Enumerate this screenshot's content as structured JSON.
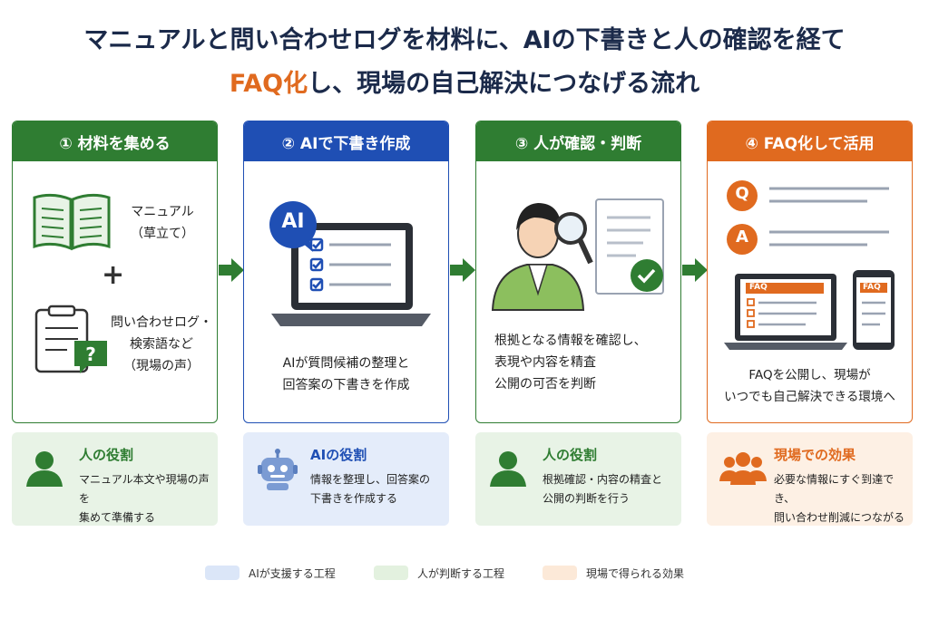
{
  "title": {
    "line1": "マニュアルと問い合わせログを材料に、AIの下書きと人の確認を経て",
    "line2_accent": "FAQ化",
    "line2_rest": "し、現場の自己解決につなげる流れ"
  },
  "colors": {
    "green": "#2f7d32",
    "blue": "#1f4fb4",
    "orange": "#e06a1f",
    "navy": "#1b2a4a"
  },
  "steps": [
    {
      "header": "① 材料を集める",
      "item1_line1": "マニュアル",
      "item1_line2": "（草立て）",
      "plus": "+",
      "item2_line1": "問い合わせログ・",
      "item2_line2": "検索語など",
      "item2_line3": "（現場の声）"
    },
    {
      "header": "② AIで下書き作成",
      "badge": "AI",
      "line1": "AIが質問候補の整理と",
      "line2": "回答案の下書きを作成"
    },
    {
      "header": "③ 人が確認・判断",
      "line1": "根拠となる情報を確認し、",
      "line2": "表現や内容を精査",
      "line3": "公開の可否を判断"
    },
    {
      "header": "④ FAQ化して活用",
      "q": "Q",
      "a": "A",
      "faq_label": "FAQ",
      "line1": "FAQを公開し、現場が",
      "line2": "いつでも自己解決できる環境へ"
    }
  ],
  "roles": [
    {
      "title": "人の役割",
      "line1": "マニュアル本文や現場の声を",
      "line2": "集めて準備する"
    },
    {
      "title": "AIの役割",
      "line1": "情報を整理し、回答案の",
      "line2": "下書きを作成する"
    },
    {
      "title": "人の役割",
      "line1": "根拠確認・内容の精査と",
      "line2": "公開の判断を行う"
    },
    {
      "title": "現場での効果",
      "line1": "必要な情報にすぐ到達でき、",
      "line2": "問い合わせ削減につながる"
    }
  ],
  "legend": [
    {
      "label": "AIが支援する工程",
      "color": "#dbe6f8"
    },
    {
      "label": "人が判断する工程",
      "color": "#e3f1df"
    },
    {
      "label": "現場で得られる効果",
      "color": "#fce9d8"
    }
  ]
}
